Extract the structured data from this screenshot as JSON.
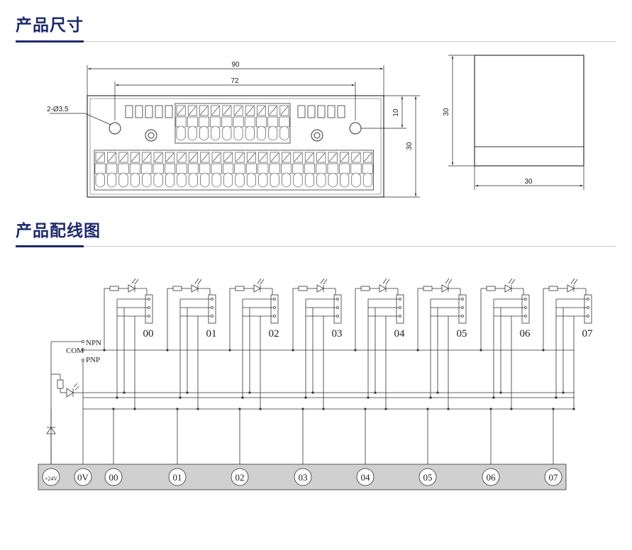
{
  "section_dimensions": {
    "title": "产品尺寸"
  },
  "section_wiring": {
    "title": "产品配线图"
  },
  "dimensions": {
    "front_width": "90",
    "hole_spacing": "72",
    "hole_label": "2-Ø3.5",
    "hole_offset": "10",
    "front_height": "30",
    "side_height": "30",
    "side_width": "30"
  },
  "wiring": {
    "inputs": [
      "NPN",
      "COM",
      "PNP"
    ],
    "channels": [
      "00",
      "01",
      "02",
      "03",
      "04",
      "05",
      "06",
      "07"
    ],
    "terminals": [
      "+24V",
      "0V",
      "00",
      "01",
      "02",
      "03",
      "04",
      "05",
      "06",
      "07"
    ]
  },
  "colors": {
    "title": "#1f2a6b",
    "terminal_bar": "#d0d0d0"
  }
}
